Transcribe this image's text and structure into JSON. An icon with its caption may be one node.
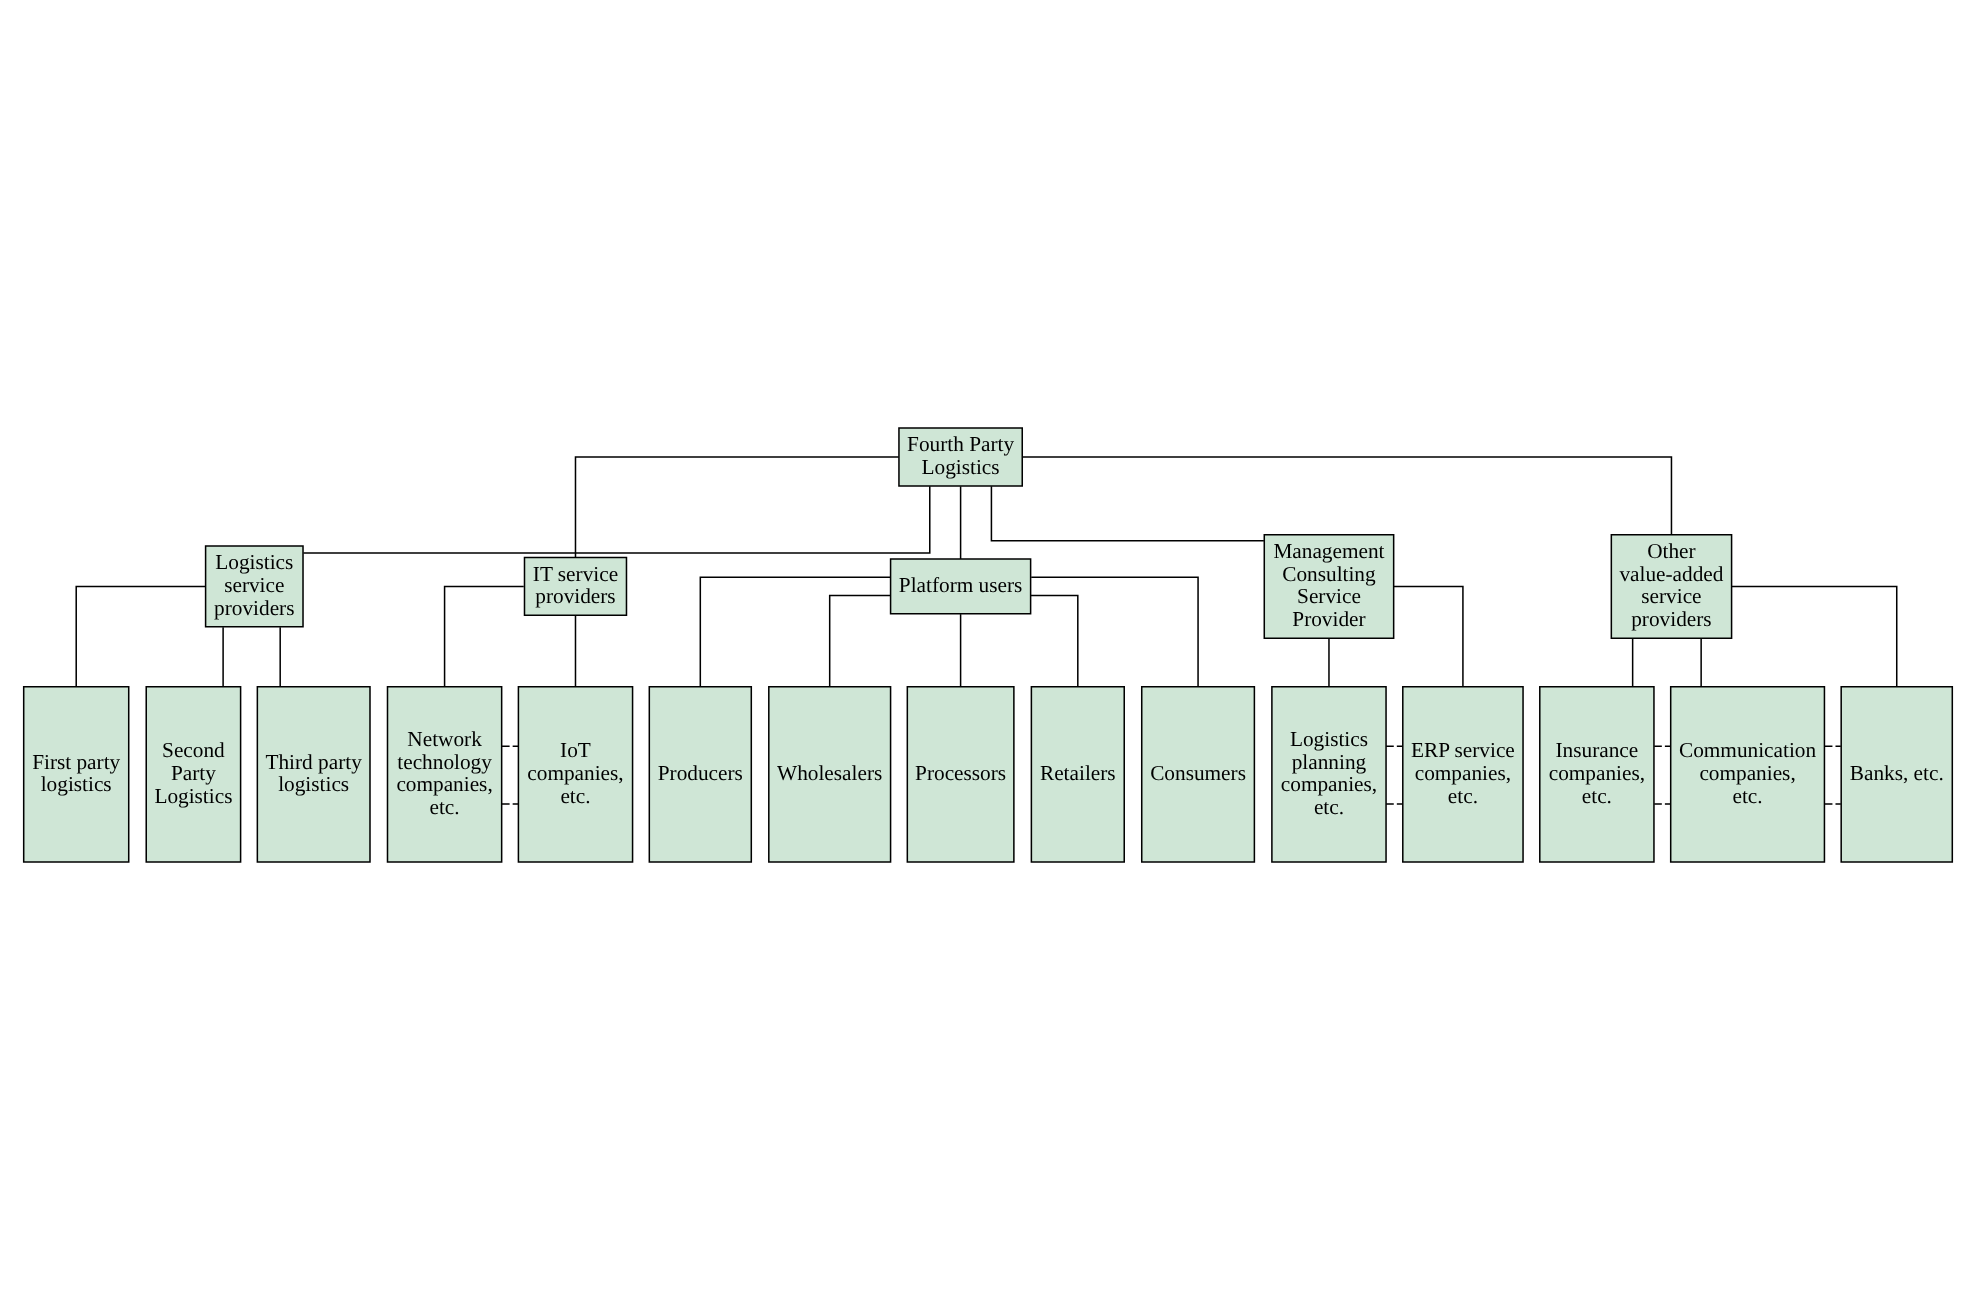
{
  "diagram": {
    "nodes": [
      {
        "text": [
          "Fourth Party Logistics"
        ]
      },
      {
        "text": [
          "Logistics service providers"
        ]
      },
      {
        "text": [
          "IT service providers"
        ]
      },
      {
        "text": [
          "Platform users"
        ]
      },
      {
        "text": [
          "Management Consulting Service Provider"
        ]
      },
      {
        "text": [
          "Other value-added service providers"
        ]
      },
      {
        "text": [
          "First party logistics"
        ]
      },
      {
        "text": [
          "Second Party Logistics"
        ]
      },
      {
        "text": [
          "Third party logistics"
        ]
      },
      {
        "text": [
          "Network technology companies, etc."
        ]
      },
      {
        "text": [
          "IoT companies, etc."
        ]
      },
      {
        "text": [
          "Producers"
        ]
      },
      {
        "text": [
          "Wholesalers"
        ]
      },
      {
        "text": [
          "Processors"
        ]
      },
      {
        "text": [
          "Retailers"
        ]
      },
      {
        "text": [
          "Consumers"
        ]
      },
      {
        "text": [
          "Logistics planning companies, etc."
        ]
      },
      {
        "text": [
          "ERP service companies, etc."
        ]
      },
      {
        "text": [
          "Insurance companies, etc."
        ]
      },
      {
        "text": [
          "Communication companies, etc."
        ]
      },
      {
        "text": [
          "Banks, etc."
        ]
      }
    ],
    "edges": [
      {
        "from": 0,
        "to": 1,
        "arrow": "none"
      },
      {
        "from": 0,
        "to": 2,
        "arrow": "none"
      },
      {
        "from": 0,
        "to": 3,
        "arrow": "none"
      },
      {
        "from": 0,
        "to": 4,
        "arrow": "none"
      },
      {
        "from": 0,
        "to": 5,
        "arrow": "none"
      },
      {
        "from": 1,
        "to": 6,
        "arrow": "none"
      },
      {
        "from": 1,
        "to": 7,
        "arrow": "none"
      },
      {
        "from": 1,
        "to": 8,
        "arrow": "none"
      },
      {
        "from": 2,
        "to": 9,
        "arrow": "none"
      },
      {
        "from": 2,
        "to": 10,
        "arrow": "none"
      },
      {
        "from": 3,
        "to": 11,
        "arrow": "none"
      },
      {
        "from": 3,
        "to": 12,
        "arrow": "none"
      },
      {
        "from": 3,
        "to": 13,
        "arrow": "none"
      },
      {
        "from": 3,
        "to": 14,
        "arrow": "none"
      },
      {
        "from": 3,
        "to": 15,
        "arrow": "none"
      },
      {
        "from": 4,
        "to": 16,
        "arrow": "none"
      },
      {
        "from": 4,
        "to": 17,
        "arrow": "none"
      },
      {
        "from": 5,
        "to": 18,
        "arrow": "none"
      },
      {
        "from": 5,
        "to": 19,
        "arrow": "none"
      },
      {
        "from": 5,
        "to": 20,
        "arrow": "none"
      },
      {
        "from": 9,
        "to": 10,
        "arrow": "none",
        "style": "dashed"
      },
      {
        "from": 9,
        "to": 10,
        "arrow": "none",
        "style": "dashed"
      },
      {
        "from": 16,
        "to": 17,
        "arrow": "none",
        "style": "dashed"
      },
      {
        "from": 16,
        "to": 17,
        "arrow": "none",
        "style": "dashed"
      },
      {
        "from": 18,
        "to": 19,
        "arrow": "none",
        "style": "dashed"
      },
      {
        "from": 18,
        "to": 19,
        "arrow": "none",
        "style": "dashed"
      },
      {
        "from": 19,
        "to": 20,
        "arrow": "none",
        "style": "dashed"
      },
      {
        "from": 19,
        "to": 20,
        "arrow": "none",
        "style": "dashed"
      }
    ]
  }
}
